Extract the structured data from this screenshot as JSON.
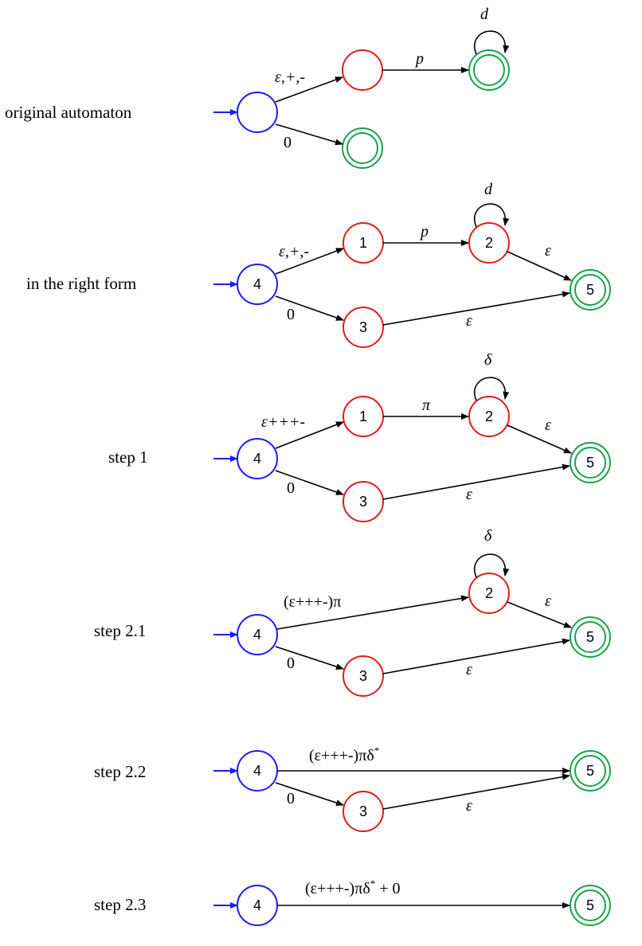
{
  "colors": {
    "start_state": "#1a1aff",
    "middle_state": "#e01b1b",
    "accept_state": "#17a34a",
    "edge": "#000000",
    "start_arrow": "#1a1aff"
  },
  "rows": [
    {
      "label": "original automaton",
      "edges": {
        "start_to_mid": "ε,+,-",
        "start_to_accept": "0",
        "mid_to_end": "p",
        "loop": "d"
      }
    },
    {
      "label": "in the right form",
      "states": {
        "start": "4",
        "a": "1",
        "b": "2",
        "c": "3",
        "accept": "5"
      },
      "edges": {
        "e41": "ε,+,-",
        "e12": "p",
        "loop2": "d",
        "e25": "ε",
        "e43": "0",
        "e35": "ε"
      }
    },
    {
      "label": "step 1",
      "states": {
        "start": "4",
        "a": "1",
        "b": "2",
        "c": "3",
        "accept": "5"
      },
      "edges": {
        "e41": "ε+++-",
        "e12": "π",
        "loop2": "δ",
        "e25": "ε",
        "e43": "0",
        "e35": "ε"
      }
    },
    {
      "label": "step 2.1",
      "states": {
        "start": "4",
        "b": "2",
        "c": "3",
        "accept": "5"
      },
      "edges": {
        "e42": "(ε+++-)π",
        "loop2": "δ",
        "e25": "ε",
        "e43": "0",
        "e35": "ε"
      }
    },
    {
      "label": "step 2.2",
      "states": {
        "start": "4",
        "c": "3",
        "accept": "5"
      },
      "edges": {
        "e45_main": "(ε+++-)πδ",
        "e45_sup": "*",
        "e43": "0",
        "e35": "ε"
      }
    },
    {
      "label": "step 2.3",
      "states": {
        "start": "4",
        "accept": "5"
      },
      "edges": {
        "e45_main": "(ε+++-)πδ",
        "e45_sup": "*",
        "e45_tail": " + 0"
      }
    }
  ]
}
